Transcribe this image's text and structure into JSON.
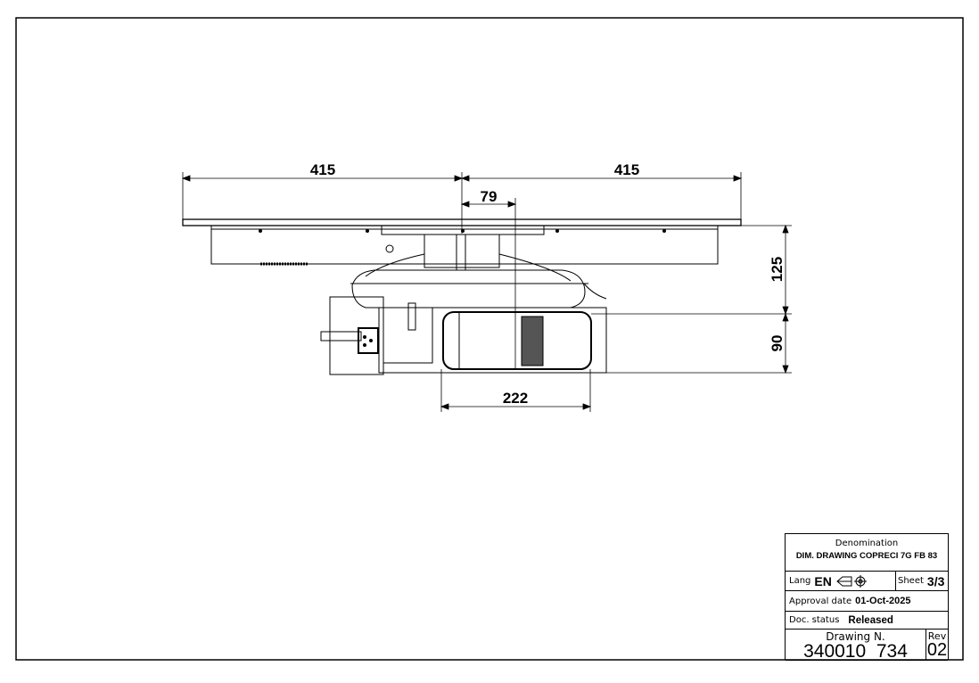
{
  "dimensions": {
    "left_width": "415",
    "right_width": "415",
    "offset": "79",
    "height_top": "125",
    "height_bottom": "90",
    "motor_width": "222"
  },
  "title_block": {
    "denomination_label": "Denomination",
    "denomination_value": "DIM. DRAWING COPRECI 7G FB 83",
    "lang_label": "Lang",
    "lang_value": "EN",
    "sheet_label": "Sheet",
    "sheet_value": "3/3",
    "approval_label": "Approval date",
    "approval_value": "01-Oct-2025",
    "status_label": "Doc. status",
    "status_value": "Released",
    "drawing_label": "Drawing N.",
    "drawing_value": "340010_734",
    "rev_label": "Rev",
    "rev_value": "02"
  }
}
